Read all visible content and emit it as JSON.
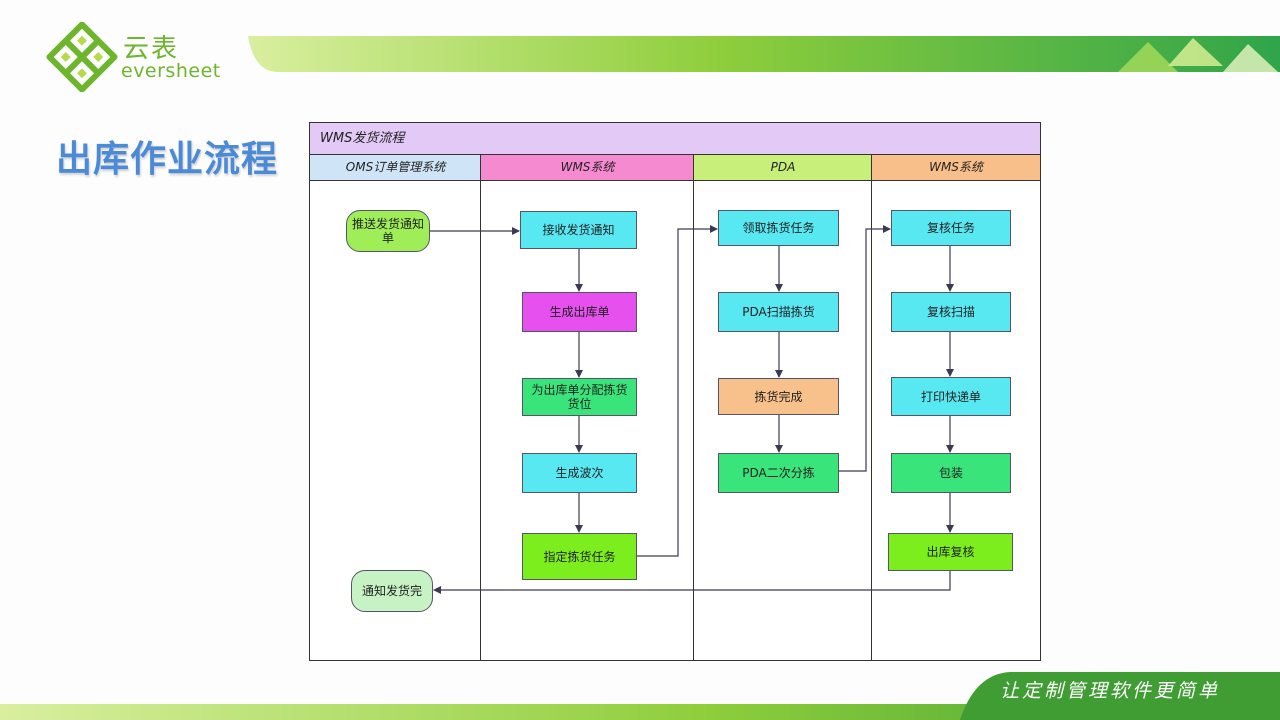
{
  "brand": {
    "name_cn": "云表",
    "name_en": "eversheet"
  },
  "page_title": "出库作业流程",
  "slogan": "让定制管理软件更简单",
  "diagram": {
    "title": "WMS发货流程",
    "lanes": [
      {
        "label": "OMS订单管理系统",
        "color": "#cfe4f7"
      },
      {
        "label": "WMS系统",
        "color": "#f68ad0"
      },
      {
        "label": "PDA",
        "color": "#c8ef7a"
      },
      {
        "label": "WMS系统",
        "color": "#f8bf8a"
      }
    ],
    "nodes": {
      "push_notice": "推送发货通知单",
      "receive_notice": "接收发货通知",
      "create_outbound": "生成出库单",
      "allocate_location": "为出库单分配拣货货位",
      "create_wave": "生成波次",
      "assign_picking": "指定拣货任务",
      "notify_done": "通知发货完",
      "get_picking_task": "领取拣货任务",
      "pda_scan_pick": "PDA扫描拣货",
      "pick_done": "拣货完成",
      "pda_sort": "PDA二次分拣",
      "review_task": "复核任务",
      "review_scan": "复核扫描",
      "print_waybill": "打印快递单",
      "pack": "包装",
      "outbound_review": "出库复核"
    },
    "colors": {
      "cyan": "#57e8f2",
      "magenta": "#e650ef",
      "green": "#39e57a",
      "lime": "#7cee1d",
      "orange": "#f8c08a",
      "pale_green": "#c7f2c3"
    }
  }
}
